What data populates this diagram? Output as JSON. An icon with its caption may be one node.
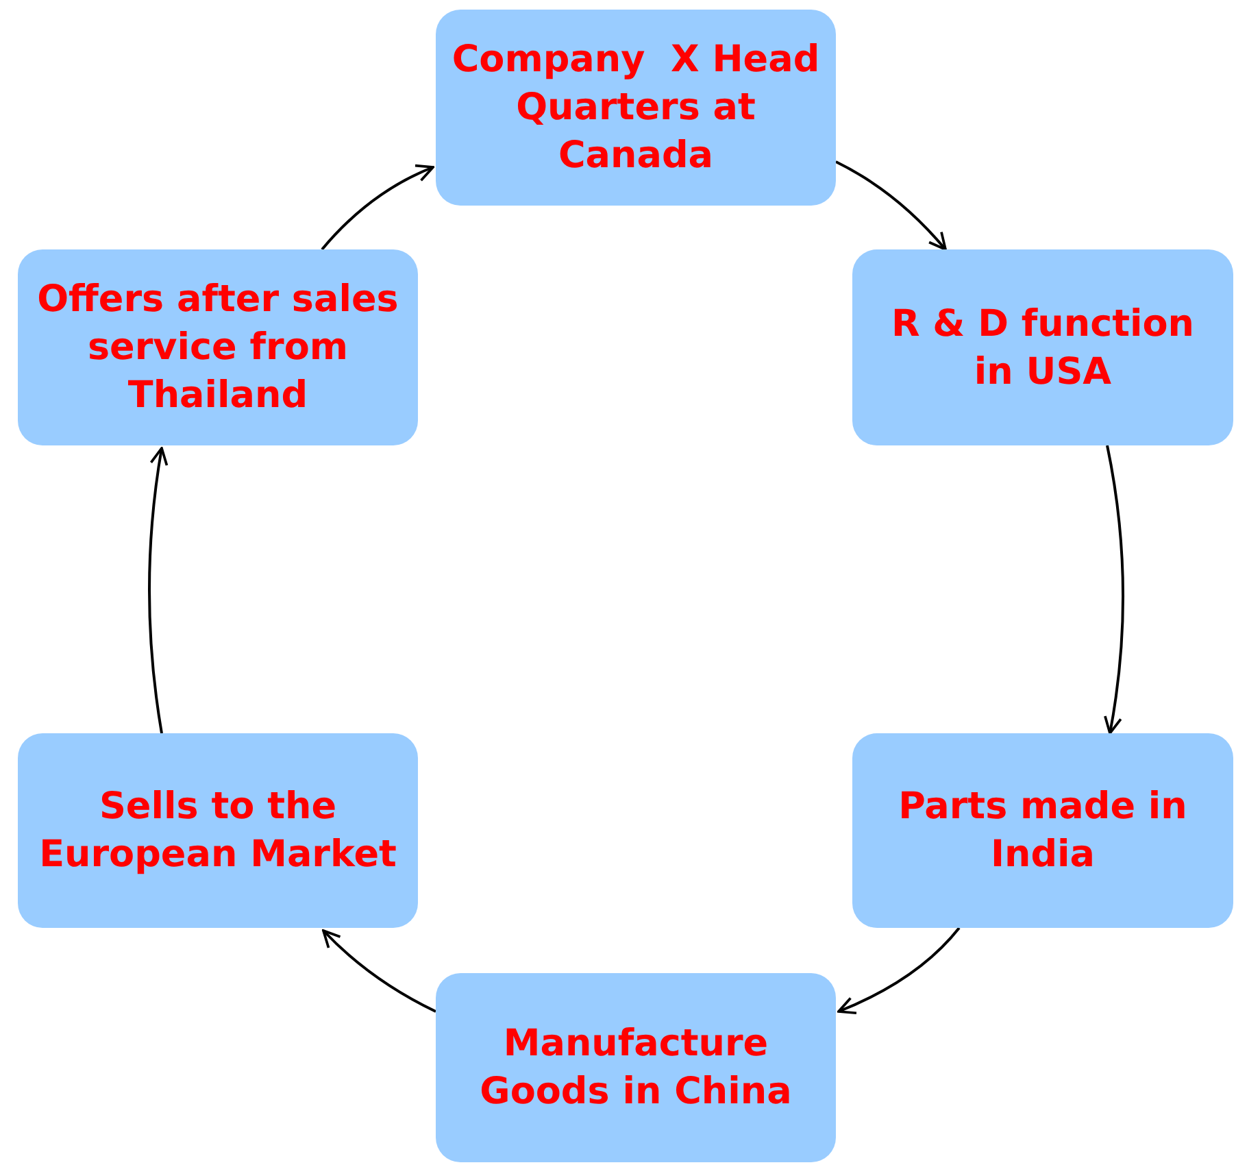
{
  "diagram": {
    "nodes": [
      {
        "text": [
          "Company  X Head Quarters at Canada"
        ]
      },
      {
        "text": [
          "R & D function in USA"
        ]
      },
      {
        "text": [
          "Parts made in India"
        ]
      },
      {
        "text": [
          "Manufacture Goods in China"
        ]
      },
      {
        "text": [
          "Sells to the European Market"
        ]
      },
      {
        "text": [
          "Offers after sales service from Thailand"
        ]
      }
    ],
    "edges": [
      {
        "from": 0,
        "to": 1,
        "arrow": "to"
      },
      {
        "from": 1,
        "to": 2,
        "arrow": "to"
      },
      {
        "from": 2,
        "to": 3,
        "arrow": "to"
      },
      {
        "from": 3,
        "to": 4,
        "arrow": "to"
      },
      {
        "from": 4,
        "to": 5,
        "arrow": "to"
      },
      {
        "from": 5,
        "to": 0,
        "arrow": "to"
      }
    ]
  }
}
